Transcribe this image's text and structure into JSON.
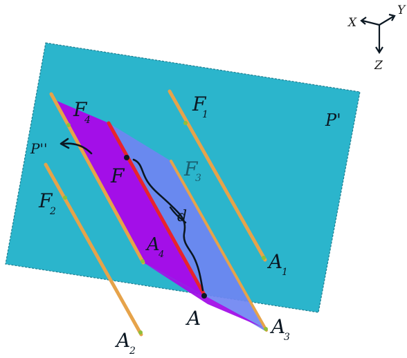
{
  "colors": {
    "plane_p_prime": "#2bb5cc",
    "plane_p_prime_edge": "#1f7d8f",
    "purple_plane": "#a30fe8",
    "blue_plane": "#6f86f2",
    "red_line": "#e8242b",
    "orange_rod": "#e6a34a",
    "rod_edge": "#b9782a",
    "dot": "#8fbf3a",
    "ink": "#0b1722"
  },
  "axes": {
    "x_label": "X",
    "y_label": "Y",
    "z_label": "Z"
  },
  "labels": {
    "plane_p_prime": "P'",
    "plane_p_double": "P''",
    "f1": "F",
    "f1_sub": "1",
    "f2": "F",
    "f2_sub": "2",
    "f3": "F",
    "f3_sub": "3",
    "f4": "F",
    "f4_sub": "4",
    "f": "F",
    "a": "A",
    "a1": "A",
    "a1_sub": "1",
    "a2": "A",
    "a2_sub": "2",
    "a3": "A",
    "a3_sub": "3",
    "a4": "A",
    "a4_sub": "4",
    "d": "d"
  }
}
